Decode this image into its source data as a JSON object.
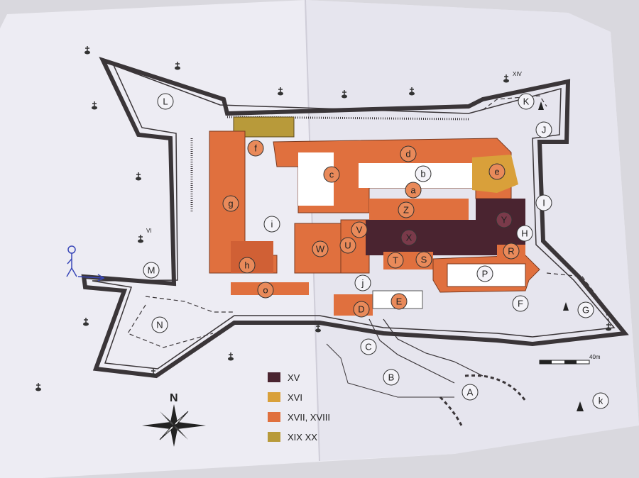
{
  "map": {
    "compass_label": "N",
    "scale_label": "40m",
    "legend": [
      {
        "label": "XV",
        "color": "#4a2430"
      },
      {
        "label": "XVI",
        "color": "#d9a03a"
      },
      {
        "label": "XVII, XVIII",
        "color": "#e0703e"
      },
      {
        "label": "XIX   XX",
        "color": "#b89a3a"
      }
    ],
    "labels": {
      "L": "L",
      "K": "K",
      "J": "J",
      "F": "F",
      "G": "G",
      "N": "N",
      "M": "M",
      "A": "A",
      "B": "B",
      "C": "C",
      "D": "D",
      "E": "E",
      "P": "P",
      "R": "R",
      "H": "H",
      "I": "I",
      "S": "S",
      "T": "T",
      "U": "U",
      "V": "V",
      "W": "W",
      "X": "X",
      "Y": "Y",
      "Z": "Z",
      "a": "a",
      "b": "b",
      "c": "c",
      "d": "d",
      "e": "e",
      "f": "f",
      "g": "g",
      "h": "h",
      "i": "i",
      "j": "j",
      "k": "k",
      "o": "o"
    },
    "roman_marks": {
      "xiv": "XIV",
      "vi": "VI"
    }
  }
}
